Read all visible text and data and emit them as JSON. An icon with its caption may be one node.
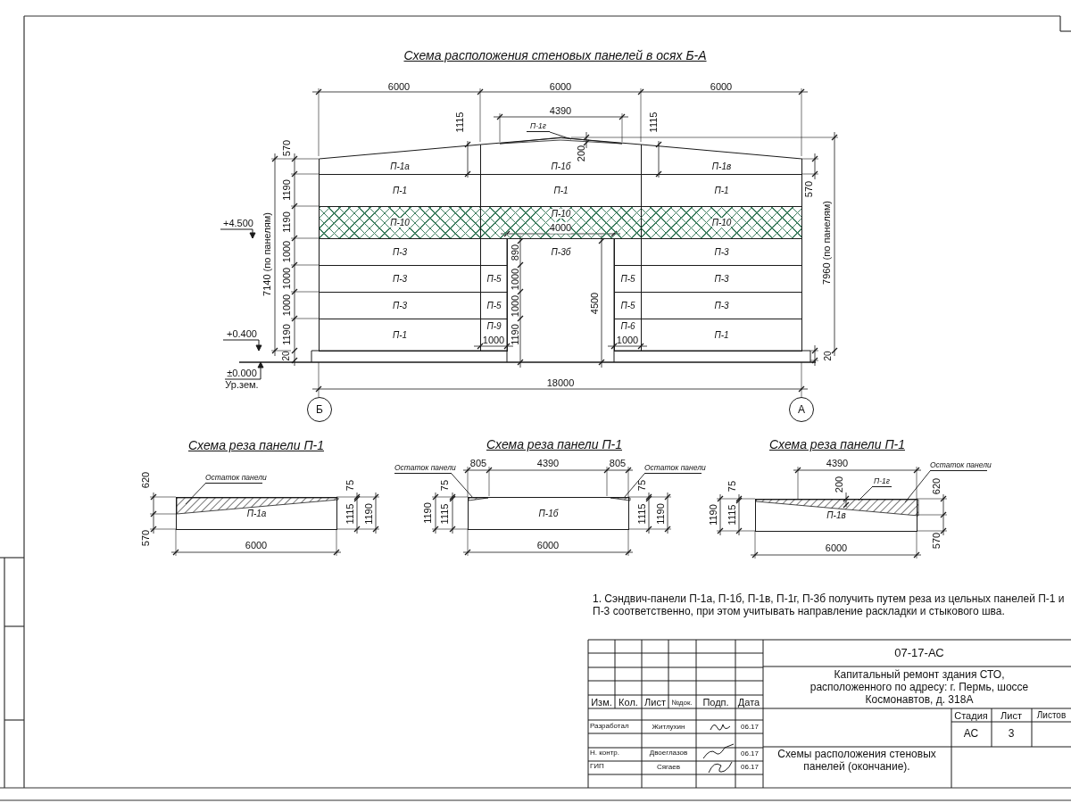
{
  "diagram": {
    "title": "Схема расположения стеновых панелей в осях Б-А",
    "nodes": [
      {
        "text": [
          "П-1а"
        ]
      },
      {
        "text": [
          "П-1б"
        ]
      },
      {
        "text": [
          "П-1в"
        ]
      },
      {
        "text": [
          "П-1"
        ]
      },
      {
        "text": [
          "П-1"
        ]
      },
      {
        "text": [
          "П-1"
        ]
      },
      {
        "text": [
          "П-10"
        ]
      },
      {
        "text": [
          "П-10"
        ]
      },
      {
        "text": [
          "П-10"
        ]
      },
      {
        "text": [
          "П-3"
        ]
      },
      {
        "text": [
          "П-3б"
        ]
      },
      {
        "text": [
          "П-3"
        ]
      },
      {
        "text": [
          "П-3"
        ]
      },
      {
        "text": [
          "П-5"
        ]
      },
      {
        "text": [
          "П-5"
        ]
      },
      {
        "text": [
          "П-3"
        ]
      },
      {
        "text": [
          "П-3"
        ]
      },
      {
        "text": [
          "П-5"
        ]
      },
      {
        "text": [
          "П-5"
        ]
      },
      {
        "text": [
          "П-3"
        ]
      },
      {
        "text": [
          "П-1"
        ]
      },
      {
        "text": [
          "П-9"
        ]
      },
      {
        "text": [
          "П-6"
        ]
      },
      {
        "text": [
          "П-1"
        ]
      },
      {
        "text": [
          "П-1г"
        ]
      },
      {
        "text": [
          "Б"
        ]
      },
      {
        "text": [
          "А"
        ]
      },
      {
        "text": [
          "П-1а"
        ]
      },
      {
        "text": [
          "Остаток панели"
        ]
      },
      {
        "text": [
          "П-1б"
        ]
      },
      {
        "text": [
          "Остаток панели"
        ]
      },
      {
        "text": [
          "Остаток панели"
        ]
      },
      {
        "text": [
          "П-1в"
        ]
      },
      {
        "text": [
          "П-1г"
        ]
      },
      {
        "text": [
          "Остаток панели"
        ]
      },
      {
        "text": [],
        "shape": "box",
        "in": 27
      },
      {
        "text": [],
        "shape": "box",
        "in": 29
      },
      {
        "text": [],
        "shape": "box",
        "in": 29
      },
      {
        "text": [],
        "shape": "box",
        "in": 32
      },
      {
        "text": [],
        "shape": "bar",
        "in": 1
      }
    ],
    "edges": [
      {
        "from": 24,
        "to": 39,
        "arrow": "none"
      },
      {
        "from": 28,
        "to": 35,
        "arrow": "none"
      },
      {
        "from": 30,
        "to": 36,
        "arrow": "none"
      },
      {
        "from": 31,
        "to": 37,
        "arrow": "none"
      },
      {
        "from": 33,
        "to": 38,
        "arrow": "none"
      },
      {
        "from": 34,
        "to": 38,
        "arrow": "none"
      }
    ],
    "labels": [
      "6000",
      "6000",
      "6000",
      "4390",
      "1115",
      "1115",
      "570",
      "200",
      "1190",
      "570",
      "1190",
      "+4.500",
      "7140 (по панелям)",
      "7960 (по панелям)",
      "4000",
      "1000",
      "890",
      "1000",
      "1000",
      "1000",
      "1000",
      "4500",
      "1190",
      "1190",
      "+0.400",
      "1000",
      "1000",
      "20",
      "20",
      "±0.000",
      "Ур.зем.",
      "18000",
      "Схема реза панели П-1",
      "Схема реза панели П-1",
      "Схема реза панели П-1",
      "620",
      "75",
      "1115",
      "1190",
      "570",
      "6000",
      "805",
      "4390",
      "805",
      "75",
      "1190",
      "1115",
      "75",
      "1115",
      "1190",
      "6000",
      "4390",
      "200",
      "620",
      "75",
      "1190",
      "1115",
      "570",
      "6000",
      "1. Сэндвич-панели П-1а, П-1б, П-1в, П-1г, П-3б получить путем реза из цельных панелей П-1 и П-3 соответственно, при этом учитывать направление раскладки и стыкового шва.",
      "Изм.",
      "Кол.",
      "Лист",
      "№док.",
      "Подп.",
      "Дата",
      "07-17-АС",
      "Капитальный ремонт здания СТО, расположенного по адресу: г. Пермь, шоссе Космонавтов, д. 318А",
      "Разработал",
      "Житлухин",
      "06.17",
      "Стадия",
      "Лист",
      "Листов",
      "АС",
      "3",
      "Н. контр.",
      "Двоеглазов",
      "06.17",
      "ГИП",
      "Сягаев",
      "06.17",
      "Схемы расположения стеновых панелей (окончание)."
    ]
  }
}
